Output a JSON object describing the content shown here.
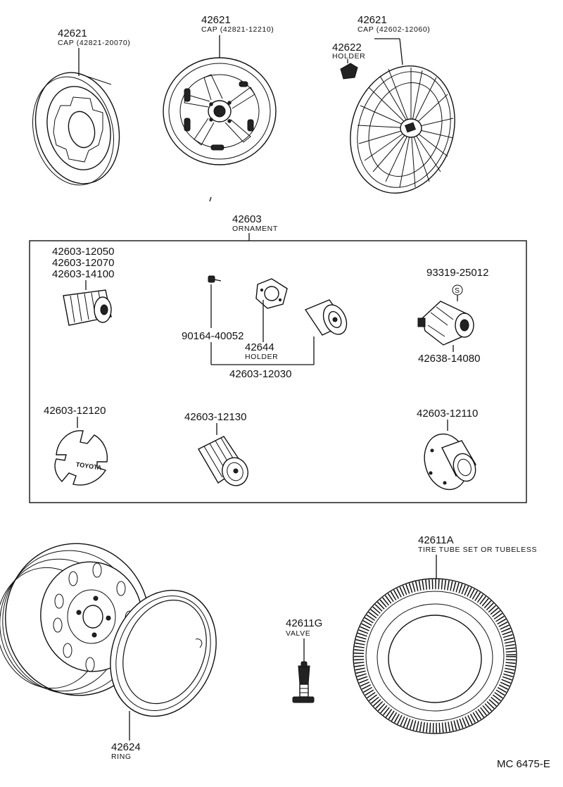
{
  "caps": [
    {
      "part_no": "42621",
      "desc": "CAP (42821-20070)"
    },
    {
      "part_no": "42621",
      "desc": "CAP (42821-12210)"
    },
    {
      "part_no": "42621",
      "desc": "CAP (42602-12060)"
    }
  ],
  "holder_top": {
    "part_no": "42622",
    "desc": "HOLDER"
  },
  "ornament": {
    "part_no": "42603",
    "desc": "ORNAMENT"
  },
  "ornament_parts": {
    "group_a": [
      "42603-12050",
      "42603-12070",
      "42603-14100"
    ],
    "screw": "90164-40052",
    "holder": {
      "part_no": "42644",
      "desc": "HOLDER"
    },
    "assembly": "42603-12030",
    "s_mark": "S",
    "nut_upper": "93319-25012",
    "nut_lower": "42638-14080",
    "p12120": "42603-12120",
    "p12130": "42603-12130",
    "p12110": "42603-12110",
    "emblem_text": "TOYOTA"
  },
  "tire": {
    "part_no": "42611A",
    "desc": "TIRE TUBE SET OR TUBELESS"
  },
  "valve": {
    "part_no": "42611G",
    "desc": "VALVE"
  },
  "ring": {
    "part_no": "42624",
    "desc": "RING"
  },
  "figure_code": "MC 6475-E"
}
